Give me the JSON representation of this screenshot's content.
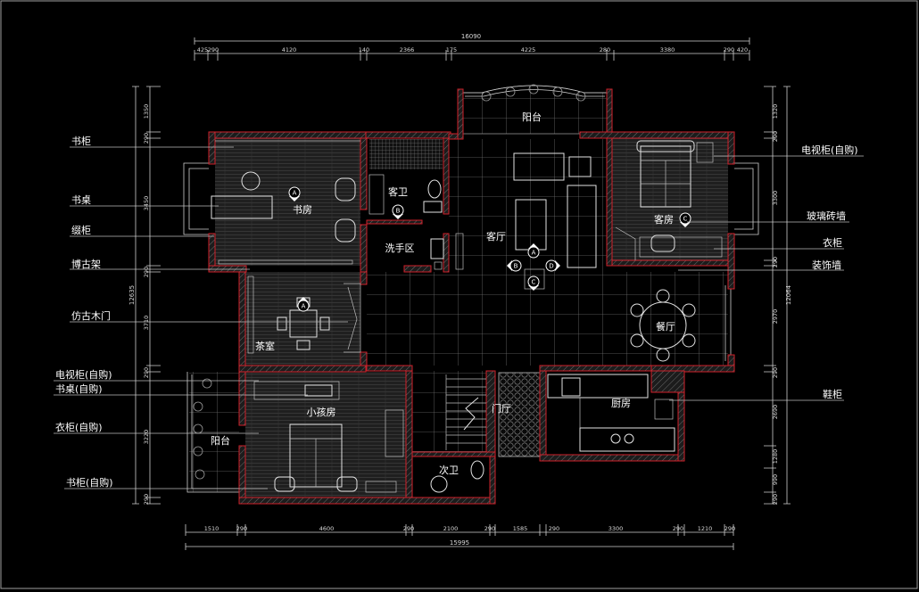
{
  "colors": {
    "background": "#000000",
    "wall_outline": "#d0202a",
    "text": "#ffffff"
  },
  "dimensions": {
    "top_total": "16090",
    "top": [
      "425",
      "290",
      "4120",
      "140",
      "2366",
      "175",
      "4225",
      "280",
      "3380",
      "290",
      "420"
    ],
    "bottom_total": "15995",
    "bottom": [
      "1510",
      "290",
      "4600",
      "290",
      "2100",
      "290",
      "1585",
      "290",
      "3300",
      "290",
      "1210",
      "290"
    ],
    "left_total": "12635",
    "left": [
      "1350",
      "290",
      "3450",
      "290",
      "3710",
      "290",
      "3220",
      "290"
    ],
    "right_total": "12064",
    "right": [
      "1320",
      "290",
      "3300",
      "290",
      "2970",
      "290",
      "2690",
      "1280",
      "990",
      "290"
    ]
  },
  "callouts_left": [
    "书柜",
    "书桌",
    "缀柜",
    "博古架",
    "仿古木门",
    "电视柜(自购)",
    "书桌(自购)",
    "衣柜(自购)",
    "书柜(自购)"
  ],
  "callouts_right": [
    "电视柜(自购)",
    "玻璃砖墙",
    "衣柜",
    "装饰墙",
    "鞋柜"
  ],
  "rooms": {
    "balcony_north": "阳台",
    "guest_bath": "客卫",
    "study": "书房",
    "living": "客厅",
    "wash_area": "洗手区",
    "guest_room": "客房",
    "tea_room": "茶室",
    "dining": "餐厅",
    "kids_room": "小孩房",
    "kitchen": "厨房",
    "foyer": "门厅",
    "balcony_west": "阳台",
    "secondary_bath": "次卫"
  },
  "markers": [
    {
      "letter": "A"
    },
    {
      "letter": "B"
    },
    {
      "letter": "A"
    },
    {
      "letter": "B"
    },
    {
      "letter": "D"
    },
    {
      "letter": "C"
    },
    {
      "letter": "C"
    },
    {
      "letter": "A"
    }
  ]
}
